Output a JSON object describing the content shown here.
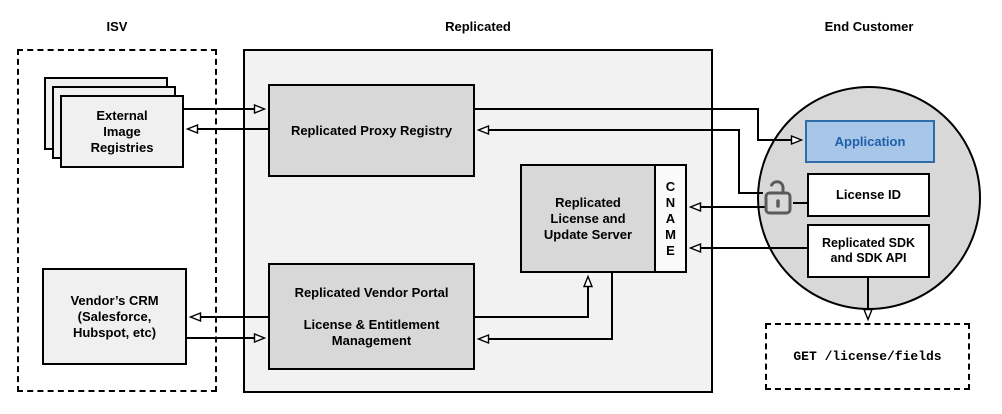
{
  "headers": {
    "isv": "ISV",
    "replicated": "Replicated",
    "end_customer": "End Customer"
  },
  "nodes": {
    "external_image_registries": "External\nImage\nRegistries",
    "vendors_crm": "Vendor’s CRM\n(Salesforce,\nHubspot, etc)",
    "proxy_registry": "Replicated Proxy Registry",
    "vendor_portal": "Replicated Vendor Portal\n\nLicense & Entitlement\nManagement",
    "license_update_server": "Replicated\nLicense and\nUpdate Server",
    "cname": "CNAME",
    "application": "Application",
    "license_id": "License ID",
    "replicated_sdk": "Replicated SDK\nand SDK API",
    "get_license_fields": "GET /license/fields"
  },
  "icons": {
    "lock": "unlocked-padlock-icon"
  },
  "colors": {
    "node_gray": "#d8d8d8",
    "container_gray": "#f2f2f2",
    "light_node_gray": "#f0f0f0",
    "application_fill": "#a8c6e8",
    "application_border": "#2e6da8",
    "application_text": "#1e5fa9",
    "connector": "#000000",
    "lock_icon": "#5a5a5a"
  }
}
